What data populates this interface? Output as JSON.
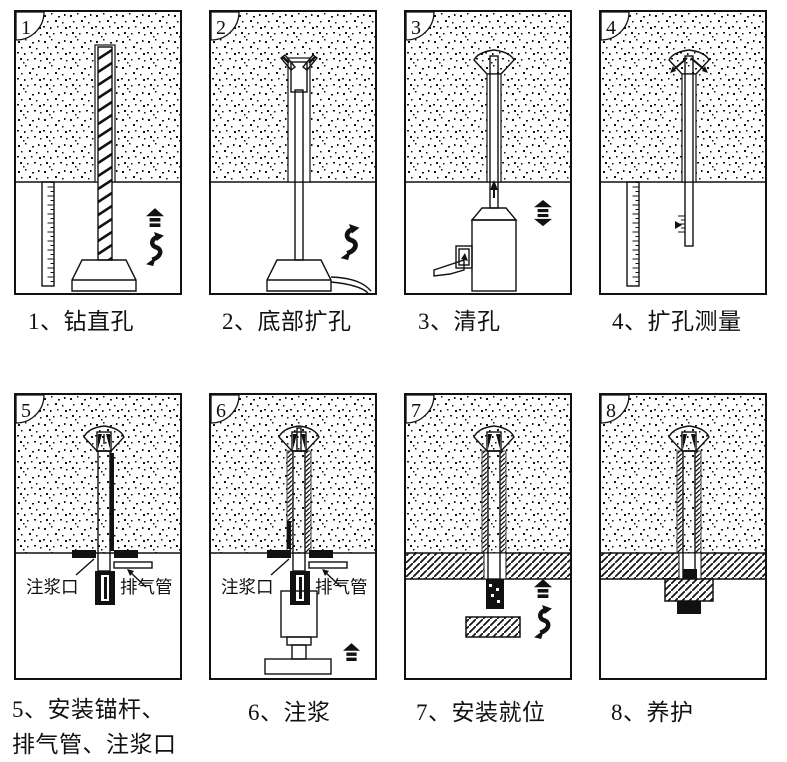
{
  "colors": {
    "ink": "#111111",
    "background": "#ffffff"
  },
  "diagram": {
    "kind": "anchor-installation-process",
    "rows": 2,
    "columns": 4
  },
  "panels": [
    {
      "number": "1",
      "caption": "1、钻直孔",
      "icons": [
        "up-arrow",
        "rotation-arrow"
      ]
    },
    {
      "number": "2",
      "caption": "2、底部扩孔",
      "icons": [
        "rotation-arrow"
      ]
    },
    {
      "number": "3",
      "caption": "3、清孔",
      "icons": [
        "up-down-arrow"
      ]
    },
    {
      "number": "4",
      "caption": "4、扩孔测量",
      "icons": []
    },
    {
      "number": "5",
      "caption_lines": [
        "5、安装锚杆、",
        "排气管、注浆口"
      ],
      "labels": {
        "grout_port": "注浆口",
        "vent_pipe": "排气管"
      },
      "icons": []
    },
    {
      "number": "6",
      "caption": "6、注浆",
      "labels": {
        "grout_port": "注浆口",
        "vent_pipe": "排气管"
      },
      "icons": [
        "up-arrow"
      ]
    },
    {
      "number": "7",
      "caption": "7、安装就位",
      "icons": [
        "up-arrow",
        "rotation-arrow"
      ]
    },
    {
      "number": "8",
      "caption": "8、养护",
      "icons": []
    }
  ]
}
